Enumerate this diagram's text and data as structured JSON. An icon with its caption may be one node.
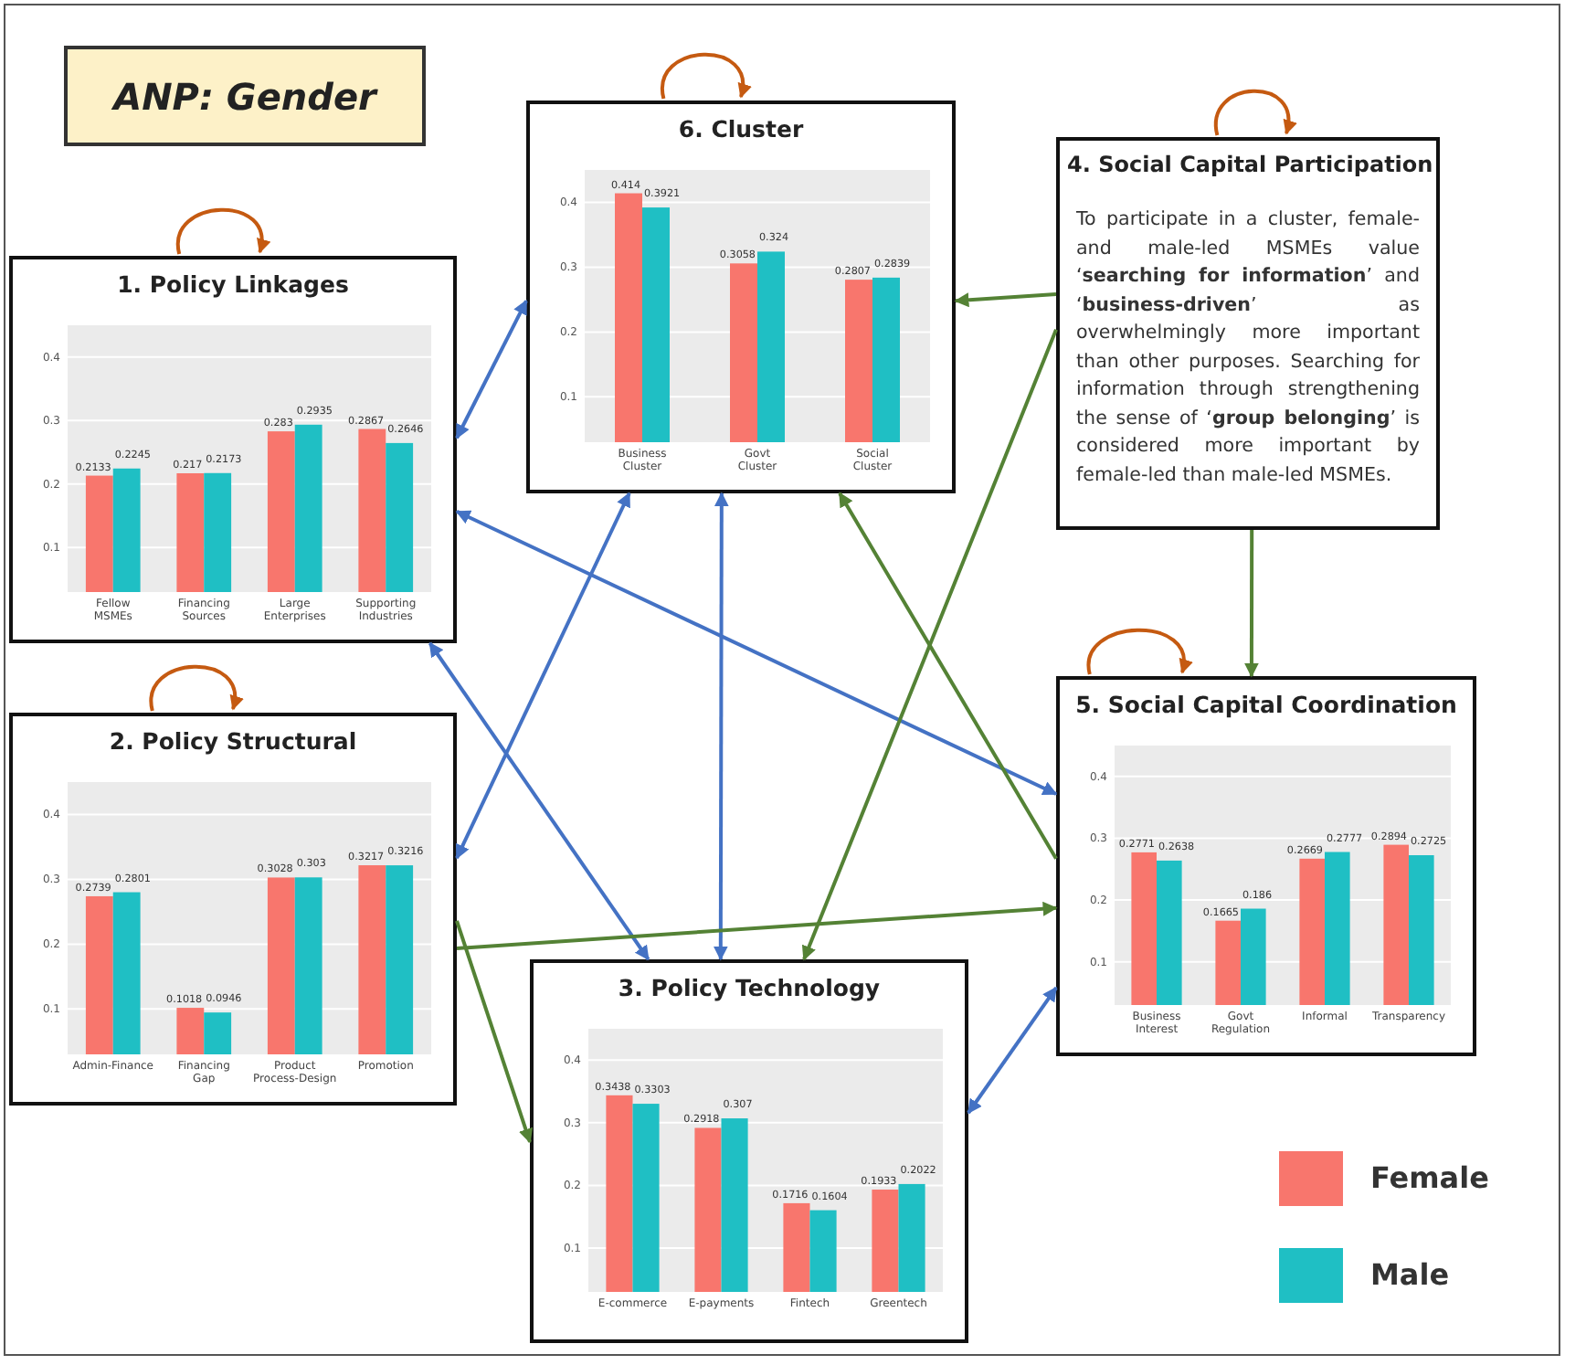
{
  "diagram": {
    "title": "ANP: Gender",
    "nodes": [
      {
        "text": [
          "6. Cluster"
        ]
      },
      {
        "text": [
          "4. Social Capital Participation",
          "To participate in a cluster, female- and male-led MSMEs value ‘**searching for information**’ and ‘**business-driven**’ as overwhelmingly more important than other purposes. Searching for information through strengthening the sense of ‘**group belonging**’ is considered more important by female-led than male-led MSMEs."
        ]
      },
      {
        "text": [
          "1. Policy Linkages"
        ]
      },
      {
        "text": [
          "2. Policy Structural"
        ]
      },
      {
        "text": [
          "5. Social Capital Coordination"
        ]
      },
      {
        "text": [
          "3. Policy Technology"
        ]
      }
    ],
    "edges": [
      {
        "from": 0,
        "to": 0,
        "arrow": "to",
        "color": "#c55a11"
      },
      {
        "from": 1,
        "to": 1,
        "arrow": "to",
        "color": "#c55a11"
      },
      {
        "from": 2,
        "to": 2,
        "arrow": "to",
        "color": "#c55a11"
      },
      {
        "from": 3,
        "to": 3,
        "arrow": "to",
        "color": "#c55a11"
      },
      {
        "from": 4,
        "to": 4,
        "arrow": "to",
        "color": "#c55a11"
      },
      {
        "from": 2,
        "to": 0,
        "arrow": "both",
        "color": "#4472c4"
      },
      {
        "from": 2,
        "to": 4,
        "arrow": "both",
        "color": "#4472c4"
      },
      {
        "from": 2,
        "to": 5,
        "arrow": "both",
        "color": "#4472c4"
      },
      {
        "from": 3,
        "to": 0,
        "arrow": "both",
        "color": "#4472c4"
      },
      {
        "from": 0,
        "to": 5,
        "arrow": "both",
        "color": "#4472c4"
      },
      {
        "from": 5,
        "to": 4,
        "arrow": "both",
        "color": "#4472c4"
      },
      {
        "from": 1,
        "to": 0,
        "arrow": "to",
        "color": "#548235"
      },
      {
        "from": 1,
        "to": 4,
        "arrow": "to",
        "color": "#548235"
      },
      {
        "from": 1,
        "to": 5,
        "arrow": "to",
        "color": "#548235"
      },
      {
        "from": 4,
        "to": 0,
        "arrow": "to",
        "color": "#548235"
      },
      {
        "from": 3,
        "to": 4,
        "arrow": "to",
        "color": "#548235"
      },
      {
        "from": 3,
        "to": 5,
        "arrow": "to",
        "color": "#548235"
      }
    ],
    "legend": [
      {
        "text": "Female",
        "color": "#f8766d"
      },
      {
        "text": "Male",
        "color": "#1fbfc4"
      }
    ],
    "chart_data": [
      {
        "type": "bar",
        "categories": [
          "Business Cluster",
          "Govt Cluster",
          "Social Cluster"
        ],
        "series": [
          {
            "color": "#f8766d",
            "values": [
              0.414,
              0.3058,
              0.2807
            ]
          },
          {
            "color": "#1fbfc4",
            "values": [
              0.3921,
              0.324,
              0.2839
            ]
          }
        ],
        "yticks": [
          0.1,
          0.2,
          0.3,
          0.4
        ],
        "ylim": [
          0.03,
          0.45
        ],
        "grid": true,
        "data_labels": true
      },
      {
        "type": "bar",
        "categories": [
          "Fellow MSMEs",
          "Financing Sources",
          "Large Enterprises",
          "Supporting Industries"
        ],
        "series": [
          {
            "color": "#f8766d",
            "values": [
              0.2133,
              0.217,
              0.283,
              0.2867
            ]
          },
          {
            "color": "#1fbfc4",
            "values": [
              0.2245,
              0.2173,
              0.2935,
              0.2646
            ]
          }
        ],
        "yticks": [
          0.1,
          0.2,
          0.3,
          0.4
        ],
        "ylim": [
          0.03,
          0.45
        ],
        "grid": true,
        "data_labels": true
      },
      {
        "type": "bar",
        "categories": [
          "Admin-Finance",
          "Financing Gap",
          "Product Process-Design",
          "Promotion"
        ],
        "series": [
          {
            "color": "#f8766d",
            "values": [
              0.2739,
              0.1018,
              0.3028,
              0.3217
            ]
          },
          {
            "color": "#1fbfc4",
            "values": [
              0.2801,
              0.0946,
              0.303,
              0.3216
            ]
          }
        ],
        "yticks": [
          0.1,
          0.2,
          0.3,
          0.4
        ],
        "ylim": [
          0.03,
          0.45
        ],
        "grid": true,
        "data_labels": true
      },
      {
        "type": "bar",
        "categories": [
          "Business Interest",
          "Govt Regulation",
          "Informal",
          "Transparency"
        ],
        "series": [
          {
            "color": "#f8766d",
            "values": [
              0.2771,
              0.1665,
              0.2669,
              0.2894
            ]
          },
          {
            "color": "#1fbfc4",
            "values": [
              0.2638,
              0.186,
              0.2777,
              0.2725
            ]
          }
        ],
        "yticks": [
          0.1,
          0.2,
          0.3,
          0.4
        ],
        "ylim": [
          0.03,
          0.45
        ],
        "grid": true,
        "data_labels": true
      },
      {
        "type": "bar",
        "categories": [
          "E-commerce",
          "E-payments",
          "Fintech",
          "Greentech"
        ],
        "series": [
          {
            "color": "#f8766d",
            "values": [
              0.3438,
              0.2918,
              0.1716,
              0.1933
            ]
          },
          {
            "color": "#1fbfc4",
            "values": [
              0.3303,
              0.307,
              0.1604,
              0.2022
            ]
          }
        ],
        "yticks": [
          0.1,
          0.2,
          0.3,
          0.4
        ],
        "ylim": [
          0.03,
          0.45
        ],
        "grid": true,
        "data_labels": true
      }
    ]
  }
}
